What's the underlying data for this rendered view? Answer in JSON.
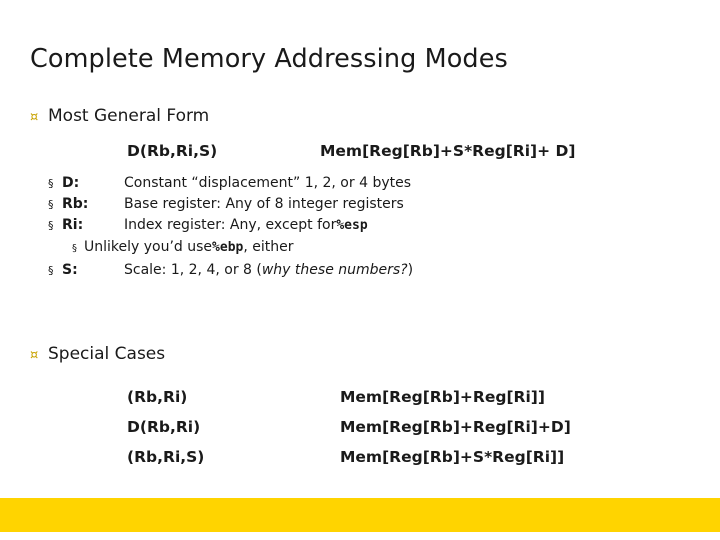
{
  "slide": {
    "title": "Complete Memory Addressing Modes",
    "sections": [
      {
        "heading": "Most General Form",
        "form_left": "D(Rb,Ri,S)",
        "form_right": "Mem[Reg[Rb]+S*Reg[Ri]+ D]",
        "items": [
          {
            "bullet": "§",
            "label": "D:",
            "desc_pre": "Constant “displacement” 1, 2, or 4 bytes",
            "desc_mono": "",
            "desc_post": ""
          },
          {
            "bullet": "§",
            "label": "Rb:",
            "desc_pre": "Base register: Any of 8 integer registers",
            "desc_mono": "",
            "desc_post": ""
          },
          {
            "bullet": "§",
            "label": "Ri:",
            "desc_pre": "Index register: Any, except for ",
            "desc_mono": "%esp",
            "desc_post": ""
          }
        ],
        "subitem": {
          "bullet": "§",
          "pre": "Unlikely you’d use ",
          "mono": "%ebp",
          "post": ", either"
        },
        "scale_item": {
          "bullet": "§",
          "label": "S:",
          "pre": "Scale: 1, 2, 4, or 8 (",
          "italic": "why these numbers?",
          "post": ")"
        }
      }
    ],
    "special": {
      "heading": "Special Cases",
      "bullet": "¤",
      "rows": [
        {
          "left": "(Rb,Ri)",
          "right": "Mem[Reg[Rb]+Reg[Ri]]"
        },
        {
          "left": "D(Rb,Ri)",
          "right": "Mem[Reg[Rb]+Reg[Ri]+D]"
        },
        {
          "left": "(Rb,Ri,S)",
          "right": "Mem[Reg[Rb]+S*Reg[Ri]]"
        }
      ]
    },
    "colors": {
      "accent_gold": "#ffd400",
      "bullet_gold": "#c8a200",
      "text": "#1a1a1a",
      "background": "#ffffff"
    }
  }
}
